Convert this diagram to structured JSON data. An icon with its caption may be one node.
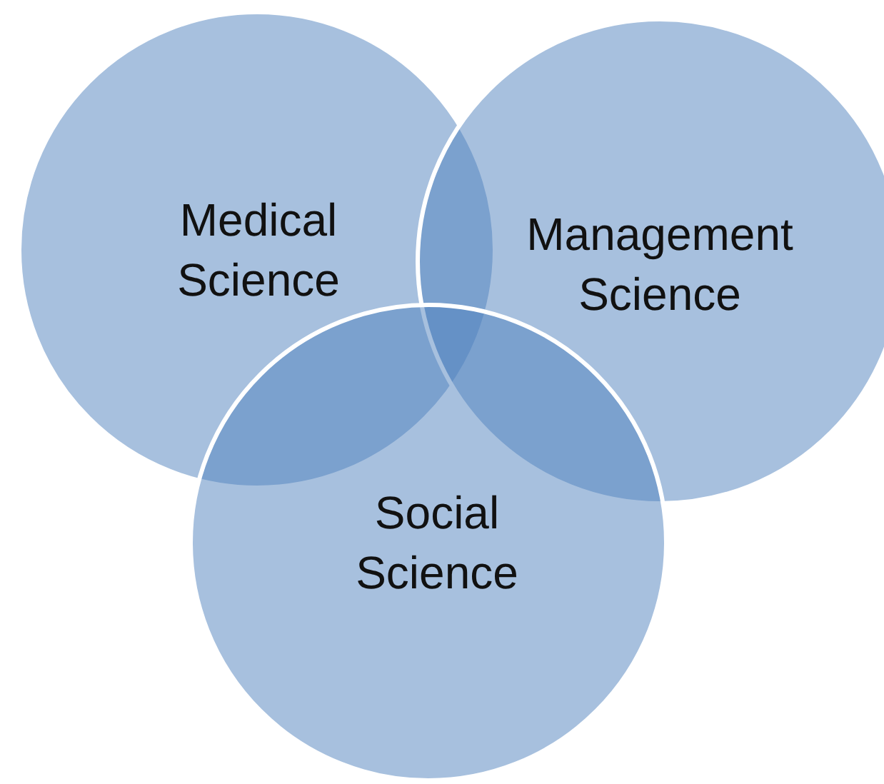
{
  "diagram": {
    "nodes": [
      {
        "text": [
          "Medical Science"
        ]
      },
      {
        "text": [
          "Management Science"
        ]
      },
      {
        "text": [
          "Social Science"
        ]
      }
    ]
  }
}
